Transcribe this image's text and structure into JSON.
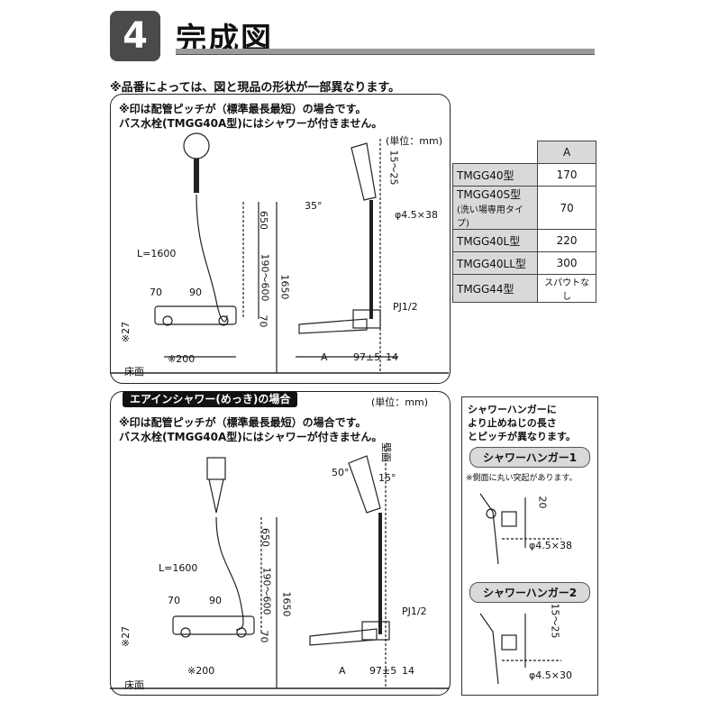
{
  "header": {
    "step_number": "4",
    "title": "完成図"
  },
  "notice": "※品番によっては、図と現品の形状が一部異なります。",
  "section1": {
    "note_line1": "※印は配管ピッチが（標準最長最短）の場合です。",
    "note_line2": "バス水栓(TMGG40A型)にはシャワーが付きません。",
    "unit": "(単位：mm)",
    "labels": {
      "hose": "L=1600",
      "dim650": "650",
      "dim190_600": "190～600",
      "dim1650": "1650",
      "dim70a": "70",
      "dim90": "90",
      "dim70b": "70",
      "dim27": "※27",
      "dim200": "※200",
      "floor": "床面",
      "angle": "35°",
      "dim15_25": "15～25",
      "phi": "φ4.5×38",
      "pj": "PJ1/2",
      "dimA": "A",
      "dim97": "97±5",
      "dim14": "14"
    }
  },
  "spec_table": {
    "header": "A",
    "rows": [
      {
        "model": "TMGG40型",
        "value": "170"
      },
      {
        "model": "TMGG40S型",
        "sub": "(洗い場専用タイプ)",
        "value": "70"
      },
      {
        "model": "TMGG40L型",
        "value": "220"
      },
      {
        "model": "TMGG40LL型",
        "value": "300"
      },
      {
        "model": "TMGG44型",
        "value": "スパウトなし"
      }
    ]
  },
  "section2": {
    "tag": "エアインシャワー(めっき)の場合",
    "unit": "(単位：mm)",
    "note_line1": "※印は配管ピッチが（標準最長最短）の場合です。",
    "note_line2": "バス水栓(TMGG40A型)にはシャワーが付きません。",
    "labels": {
      "hose": "L=1600",
      "dim650": "650",
      "dim190_600": "190～600",
      "dim1650": "1650",
      "dim70a": "70",
      "dim90": "90",
      "dim70b": "70",
      "dim27": "※27",
      "dim200": "※200",
      "floor": "床面",
      "angle": "50°",
      "dim15": "15°",
      "wall": "壁面",
      "pj": "PJ1/2",
      "dimA": "A",
      "dim97": "97±5",
      "dim14": "14"
    }
  },
  "hanger": {
    "intro": [
      "シャワーハンガーに",
      "より止めねじの長さ",
      "とピッチが異なります。"
    ],
    "h1_title": "シャワーハンガー1",
    "h1_note": "※側面に丸い突起があります。",
    "h1_dim": "20",
    "h1_phi": "φ4.5×38",
    "h2_title": "シャワーハンガー2",
    "h2_dim": "15～25",
    "h2_phi": "φ4.5×30"
  }
}
